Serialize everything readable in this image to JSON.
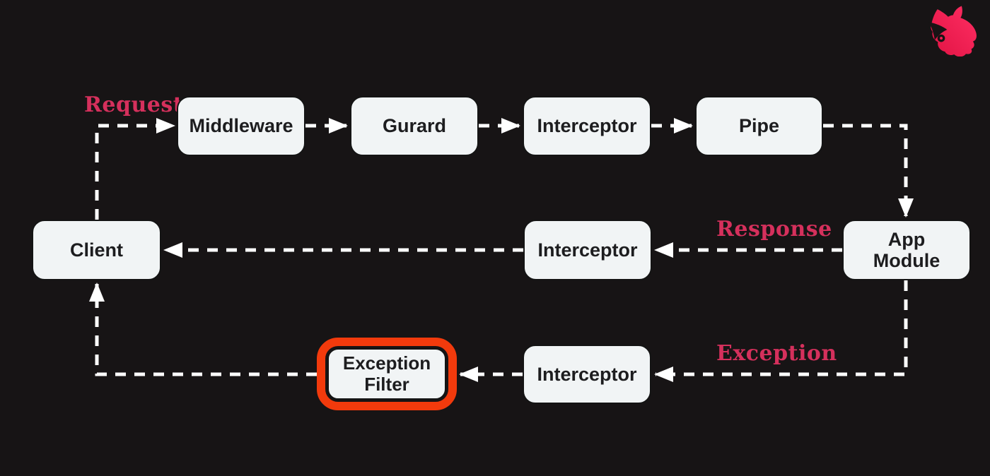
{
  "diagram": {
    "nodes": [
      {
        "id": "middleware",
        "label": "Middleware"
      },
      {
        "id": "guard",
        "label": "Gurard"
      },
      {
        "id": "interceptor-top",
        "label": "Interceptor"
      },
      {
        "id": "pipe",
        "label": "Pipe"
      },
      {
        "id": "client",
        "label": "Client"
      },
      {
        "id": "interceptor-middle",
        "label": "Interceptor"
      },
      {
        "id": "app-module",
        "label": "App Module"
      },
      {
        "id": "exception-filter",
        "label": "Exception Filter",
        "highlighted": true
      },
      {
        "id": "interceptor-bottom",
        "label": "Interceptor"
      }
    ],
    "edges": [
      {
        "from": "client",
        "to": "middleware",
        "label": "Request"
      },
      {
        "from": "middleware",
        "to": "guard",
        "label": ""
      },
      {
        "from": "guard",
        "to": "interceptor-top",
        "label": ""
      },
      {
        "from": "interceptor-top",
        "to": "pipe",
        "label": ""
      },
      {
        "from": "pipe",
        "to": "app-module",
        "label": ""
      },
      {
        "from": "app-module",
        "to": "interceptor-middle",
        "label": "Response"
      },
      {
        "from": "interceptor-middle",
        "to": "client",
        "label": ""
      },
      {
        "from": "app-module",
        "to": "interceptor-bottom",
        "label": "Exception"
      },
      {
        "from": "interceptor-bottom",
        "to": "exception-filter",
        "label": ""
      },
      {
        "from": "exception-filter",
        "to": "client",
        "label": ""
      }
    ],
    "logo": {
      "icon": "nestjs-logo-icon"
    },
    "colors": {
      "background": "#171415",
      "node_fill": "#f1f4f5",
      "node_border": "#141414",
      "node_text": "#1d1d1f",
      "flow_label": "#d5305c",
      "highlight_ring": "#f23a0c",
      "connector": "#ffffff",
      "logo_pink_light": "#ff2e63",
      "logo_pink_dark": "#e01343"
    }
  }
}
